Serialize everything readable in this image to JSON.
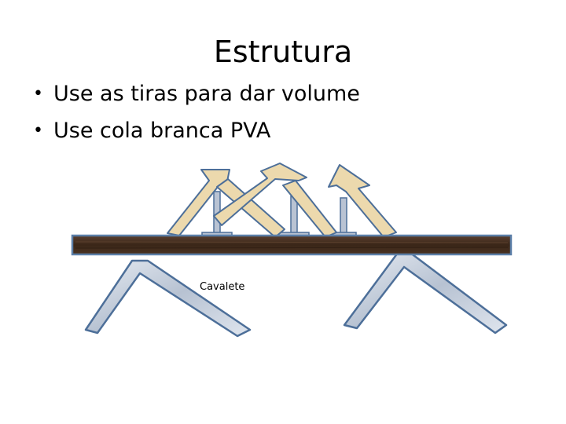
{
  "slide": {
    "title": "Estrutura",
    "bullets": [
      "Use as tiras para dar volume",
      "Use cola branca PVA"
    ]
  },
  "diagram": {
    "label": "Cavalete",
    "colors": {
      "board": "#3d2a1c",
      "board_outline": "#5b7fa8",
      "strip_fill": "#ecd9ad",
      "strip_outline": "#4d6f99",
      "sawhorse_fill": "#c6cfdd",
      "sawhorse_outline": "#4d6f99",
      "post_fill": "#b9c3d3"
    }
  }
}
